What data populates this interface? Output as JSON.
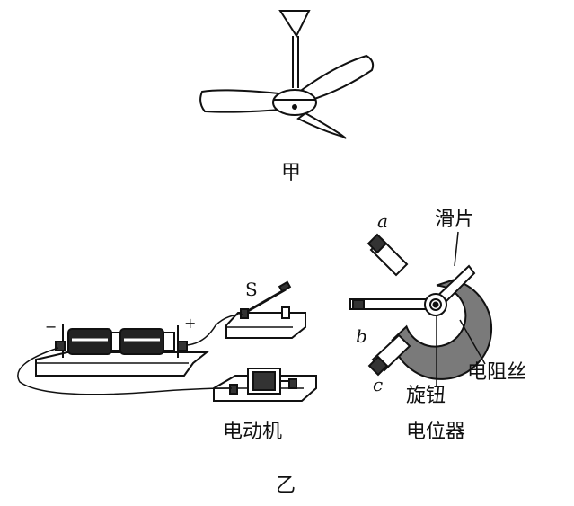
{
  "figure": {
    "jia": "甲",
    "yi": "乙"
  },
  "circuit": {
    "switch_label": "S",
    "minus_sign": "−",
    "plus_sign": "+",
    "motor_label": "电动机"
  },
  "potentiometer": {
    "terminal_a": "a",
    "terminal_b": "b",
    "terminal_c": "c",
    "slider_label": "滑片",
    "wire_label": "电阻丝",
    "knob_label": "旋钮",
    "device_label": "电位器"
  }
}
